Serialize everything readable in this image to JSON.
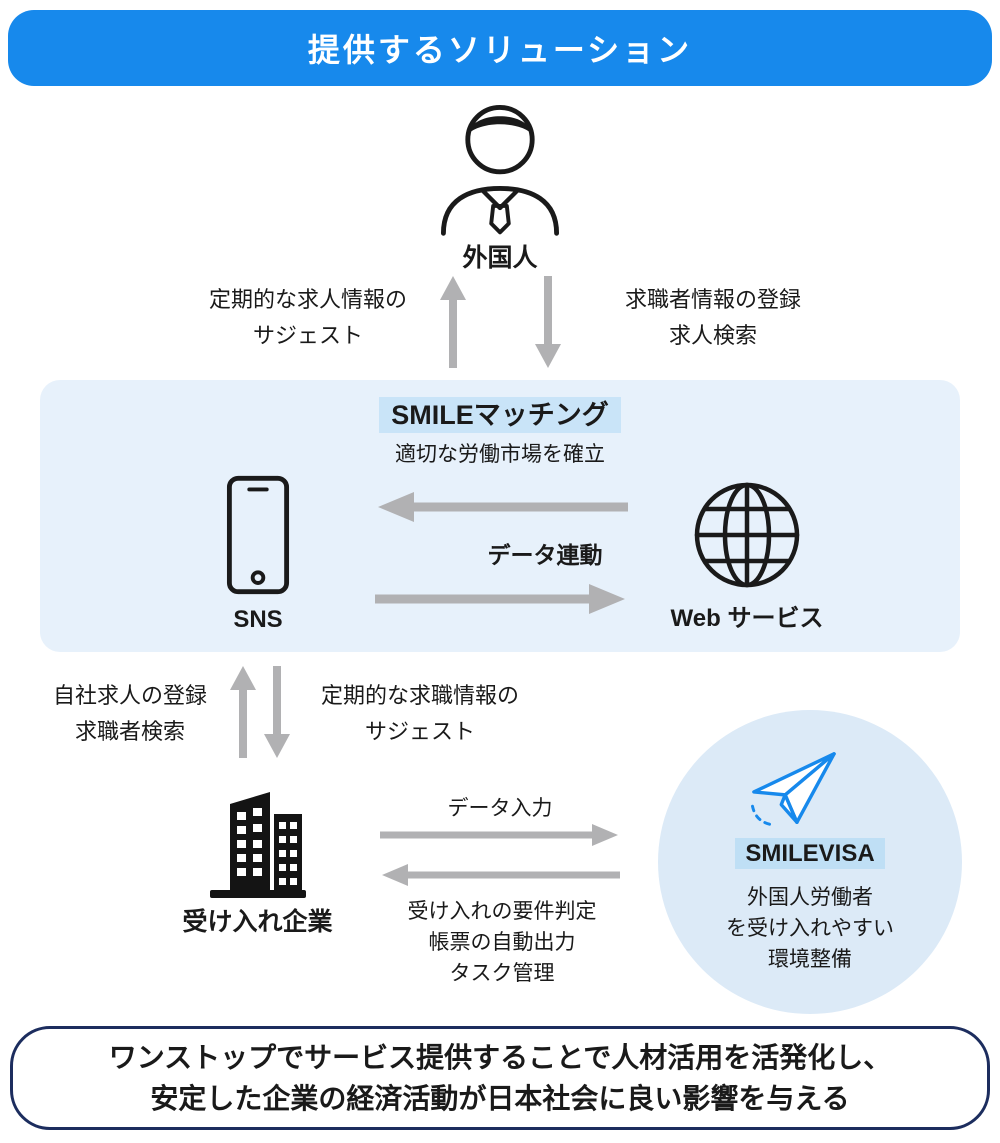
{
  "colors": {
    "header_bg": "#1789EC",
    "panel_bg": "#E7F1FB",
    "highlight": "#C9E4F8",
    "visa_highlight": "#BFDFF5",
    "circle_bg": "#DCEAF7",
    "arrow": "#B1B1B3",
    "footer_border": "#1C2D5E",
    "accent_blue": "#1789EC",
    "text": "#1A1A1A"
  },
  "header": {
    "title": "提供するソリューション"
  },
  "person": {
    "label": "外国人"
  },
  "flow_top": {
    "left_line1": "定期的な求人情報の",
    "left_line2": "サジェスト",
    "right_line1": "求職者情報の登録",
    "right_line2": "求人検索"
  },
  "matching": {
    "title": "SMILEマッチング",
    "subtitle": "適切な労働市場を確立",
    "sns_label": "SNS",
    "web_label": "Web サービス",
    "data_link_label": "データ連動"
  },
  "flow_mid": {
    "left_line1": "自社求人の登録",
    "left_line2": "求職者検索",
    "right_line1": "定期的な求職情報の",
    "right_line2": "サジェスト"
  },
  "company": {
    "label": "受け入れ企業"
  },
  "visa": {
    "data_input_label": "データ入力",
    "title": "SMILEVISA",
    "desc_line1": "外国人労働者",
    "desc_line2": "を受け入れやすい",
    "desc_line3": "環境整備",
    "return_line1": "受け入れの要件判定",
    "return_line2": "帳票の自動出力",
    "return_line3": "タスク管理"
  },
  "footer": {
    "line1": "ワンストップでサービス提供することで人材活用を活発化し、",
    "line2": "安定した企業の経済活動が日本社会に良い影響を与える"
  }
}
